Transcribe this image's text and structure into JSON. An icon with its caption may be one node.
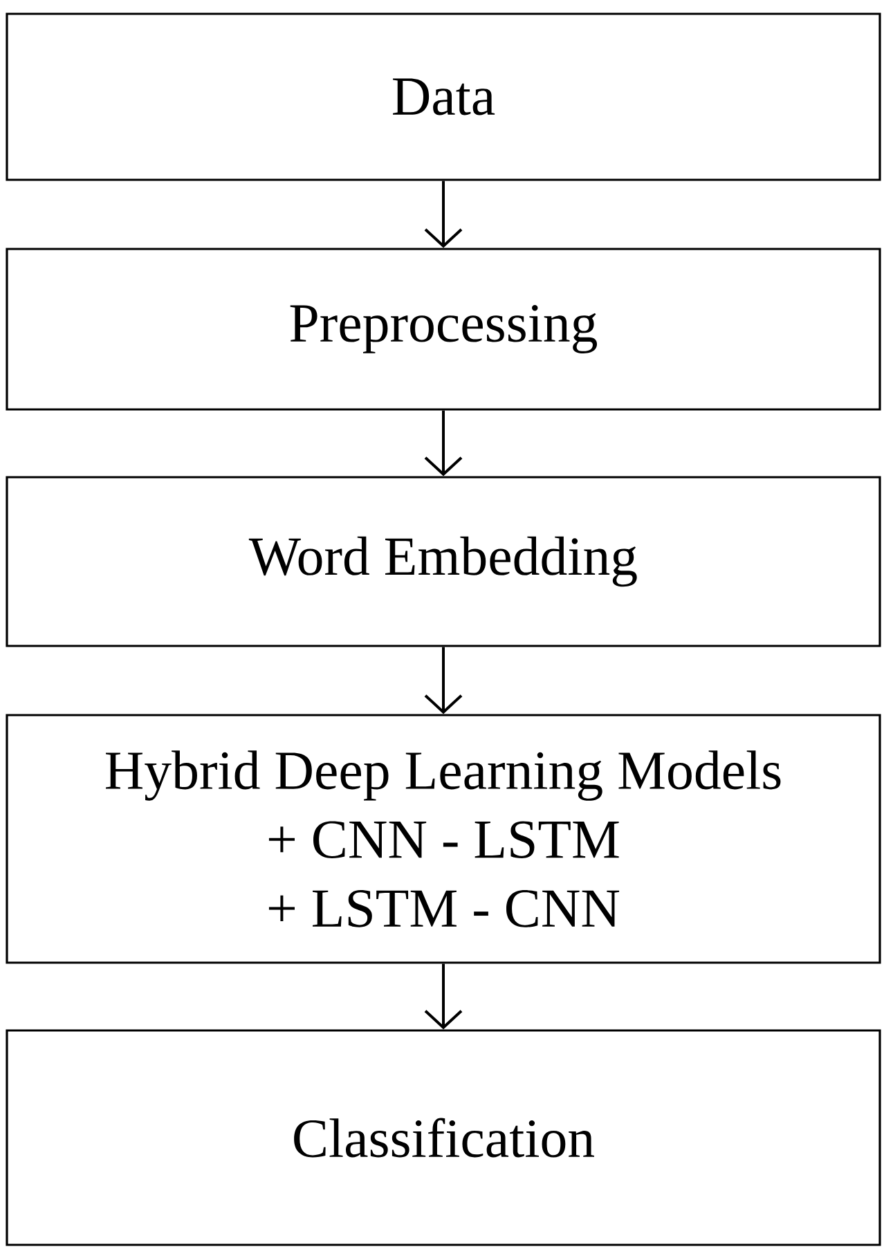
{
  "diagram": {
    "nodes": [
      {
        "text": [
          "Data"
        ]
      },
      {
        "text": [
          "Preprocessing"
        ]
      },
      {
        "text": [
          "Word Embedding"
        ]
      },
      {
        "text": [
          "Hybrid Deep Learning Models",
          "+ CNN - LSTM",
          "+ LSTM - CNN"
        ]
      },
      {
        "text": [
          "Classification"
        ]
      }
    ],
    "edges": [
      {
        "from": 0,
        "to": 1,
        "arrow": "to"
      },
      {
        "from": 1,
        "to": 2,
        "arrow": "to"
      },
      {
        "from": 2,
        "to": 3,
        "arrow": "to"
      },
      {
        "from": 3,
        "to": 4,
        "arrow": "to"
      }
    ]
  }
}
